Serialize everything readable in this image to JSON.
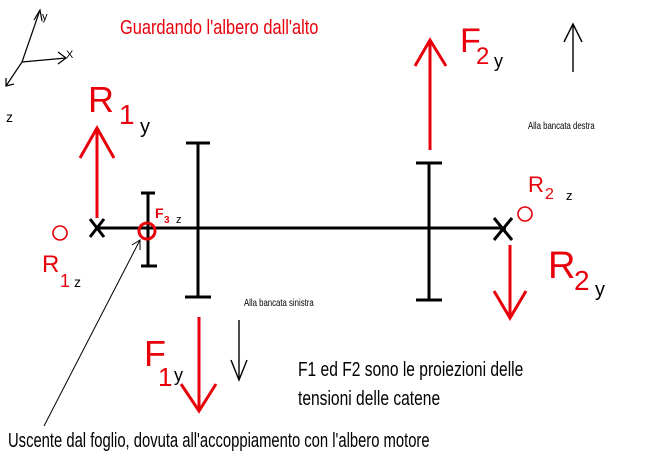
{
  "title": "Guardando l'albero dall'alto",
  "axes": {
    "x": "X",
    "y": "y",
    "z": "z"
  },
  "forces": {
    "r1y": {
      "main": "R",
      "sub": "1",
      "axis": "y"
    },
    "r1z": {
      "main": "R",
      "sub": "1",
      "axis": "z"
    },
    "f1y": {
      "main": "F",
      "sub": "1",
      "axis": "y"
    },
    "f2y": {
      "main": "F",
      "sub": "2",
      "axis": "y"
    },
    "f3z": {
      "main": "F",
      "sub": "3",
      "axis": "z"
    },
    "r2y": {
      "main": "R",
      "sub": "2",
      "axis": "y"
    },
    "r2z": {
      "main": "R",
      "sub": "2",
      "axis": "z"
    }
  },
  "labels": {
    "right_bench": "Alla bancata destra",
    "left_bench": "Alla bancata sinistra",
    "projection_note_line1": "F1 ed F2 sono le proiezioni delle",
    "projection_note_line2": "tensioni delle catene",
    "out_of_page_note": "Uscente dal foglio, dovuta all'accoppiamento con l'albero motore"
  },
  "colors": {
    "force": "#e8000b",
    "ink": "#000000",
    "title": "#e8000b"
  }
}
